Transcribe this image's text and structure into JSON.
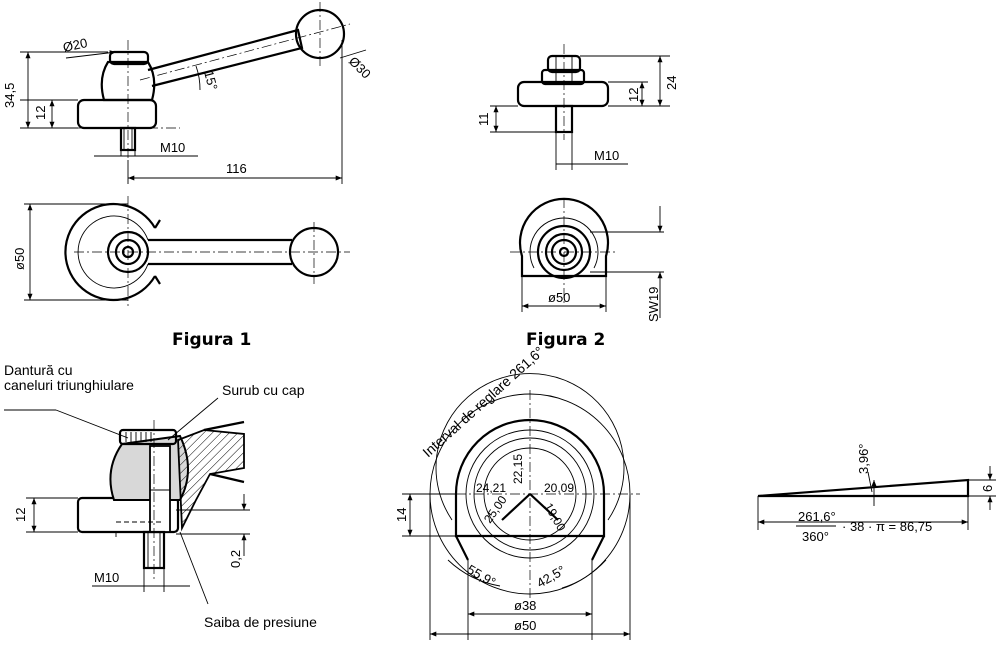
{
  "figure1": {
    "caption": "Figura 1",
    "dims": {
      "head_dia": "Ø20",
      "knob_dia": "Ø30",
      "angle": "15°",
      "height_total": "34,5",
      "height_base": "12",
      "thread": "M10",
      "length": "116",
      "base_dia": "ø50"
    }
  },
  "figure2": {
    "caption": "Figura 2",
    "dims": {
      "h11": "11",
      "h12": "12",
      "h24": "24",
      "thread": "M10",
      "base_dia": "ø50",
      "wrench": "SW19"
    }
  },
  "section": {
    "label_teeth_1": "Dantură cu",
    "label_teeth_2": "caneluri triunghiulare",
    "label_screw": "Surub cu cap",
    "label_washer": "Saiba de presiune",
    "dims": {
      "h12": "12",
      "gap": "0,2",
      "thread": "M10"
    }
  },
  "adjust": {
    "arc_label": "Interval de reglare 261,6°",
    "r1": "22,15",
    "r2": "24,21",
    "r3": "20,09",
    "r4": "25,00",
    "r5": "19,00",
    "h14": "14",
    "a1": "55,9°",
    "a2": "42,5°",
    "d38": "ø38",
    "d50": "ø50"
  },
  "wedge": {
    "angle": "3,96°",
    "height": "6",
    "frac_num": "261,6°",
    "frac_den": "360°",
    "formula": "· 38 · π = 86,75"
  },
  "colors": {
    "line": "#000000",
    "background": "#ffffff",
    "fill": "#d8d8d8"
  }
}
